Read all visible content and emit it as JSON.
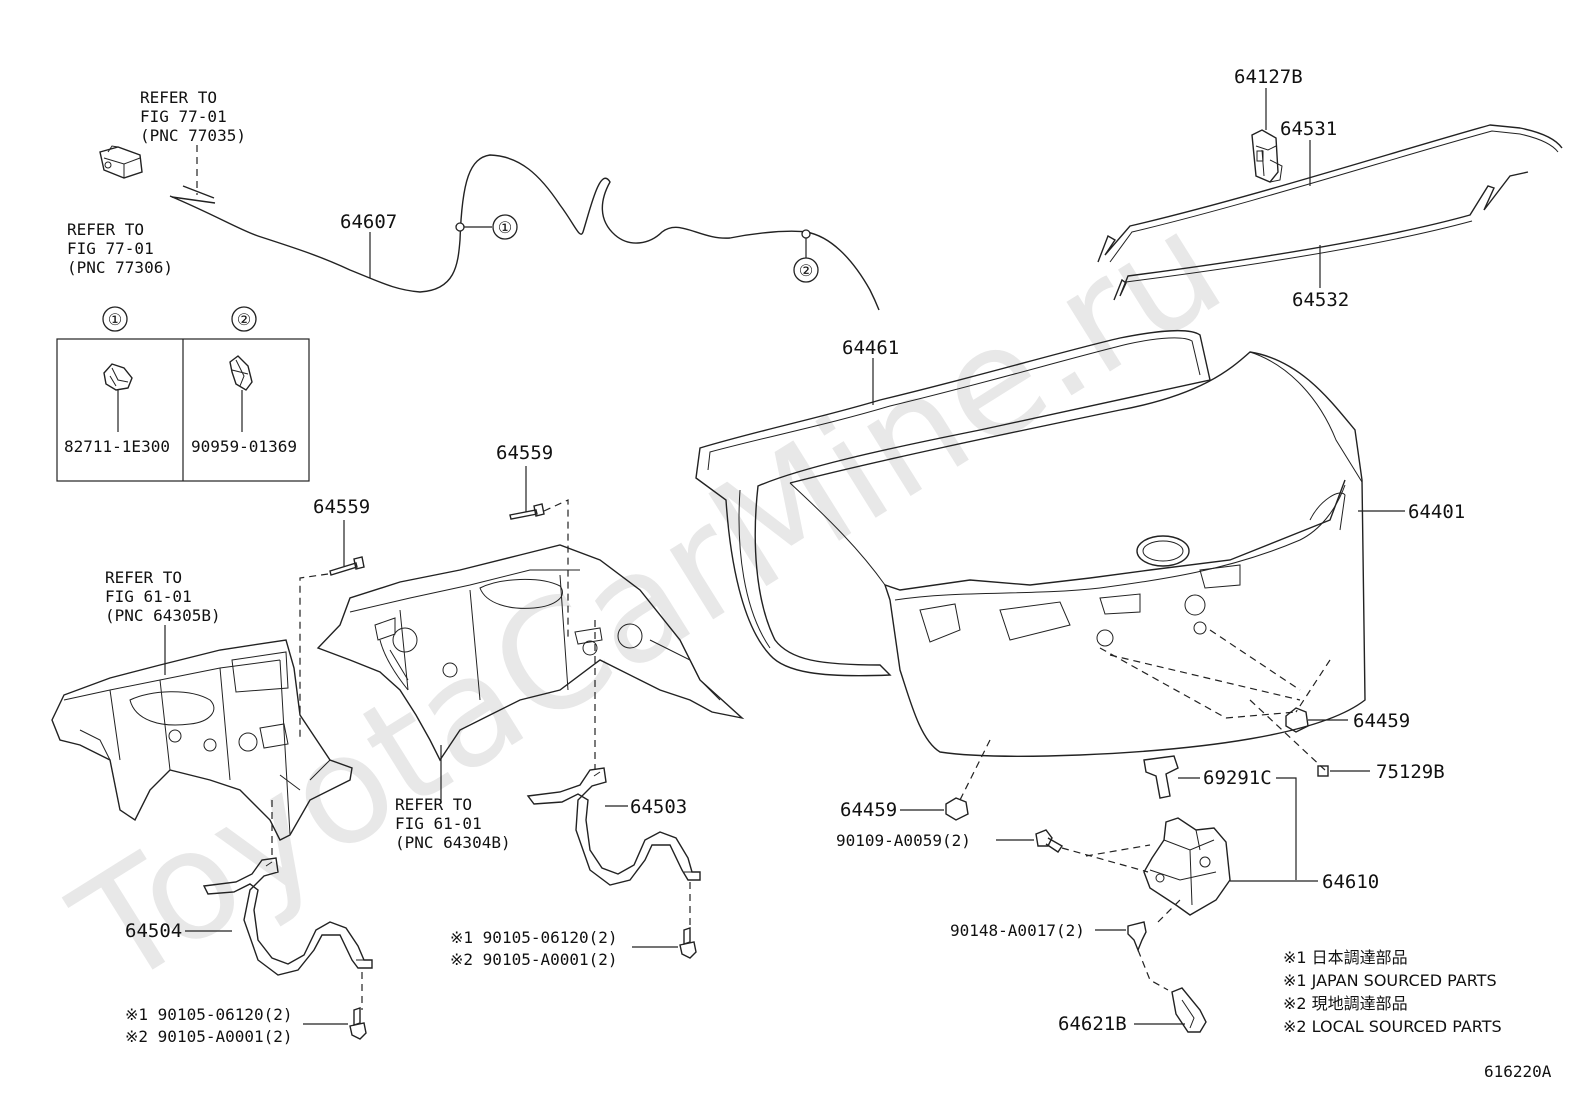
{
  "watermark": "ToyotaCarMine.ru",
  "figure_id": "616220A",
  "refer_notes": [
    {
      "id": "refer-77035",
      "lines": [
        "REFER TO",
        "FIG 77-01",
        "(PNC 77035)"
      ]
    },
    {
      "id": "refer-77306",
      "lines": [
        "REFER TO",
        "FIG 77-01",
        "(PNC 77306)"
      ]
    },
    {
      "id": "refer-64305b",
      "lines": [
        "REFER TO",
        "FIG 61-01",
        "(PNC 64305B)"
      ]
    },
    {
      "id": "refer-64304b",
      "lines": [
        "REFER TO",
        "FIG 61-01",
        "(PNC 64304B)"
      ]
    }
  ],
  "inset": {
    "markers": [
      "①",
      "②"
    ],
    "parts": [
      "82711-1E300",
      "90959-01369"
    ]
  },
  "cable_markers": [
    "①",
    "②"
  ],
  "parts": {
    "p64607": "64607",
    "p64127b": "64127B",
    "p64531": "64531",
    "p64532": "64532",
    "p64461": "64461",
    "p64401": "64401",
    "p64559a": "64559",
    "p64559b": "64559",
    "p64459a": "64459",
    "p64459b": "64459",
    "p75129b": "75129B",
    "p69291c": "69291C",
    "p64503": "64503",
    "p64504": "64504",
    "p64610": "64610",
    "p64621b": "64621B",
    "b90109": "90109-A0059(2)",
    "b90148": "90148-A0017(2)"
  },
  "bolt_notes_right": [
    "※1 90105-06120(2)",
    "※2 90105-A0001(2)"
  ],
  "bolt_notes_left": [
    "※1 90105-06120(2)",
    "※2 90105-A0001(2)"
  ],
  "legend": [
    "※1 日本調達部品",
    "※1 JAPAN SOURCED PARTS",
    "※2 現地調達部品",
    "※2 LOCAL SOURCED PARTS"
  ]
}
